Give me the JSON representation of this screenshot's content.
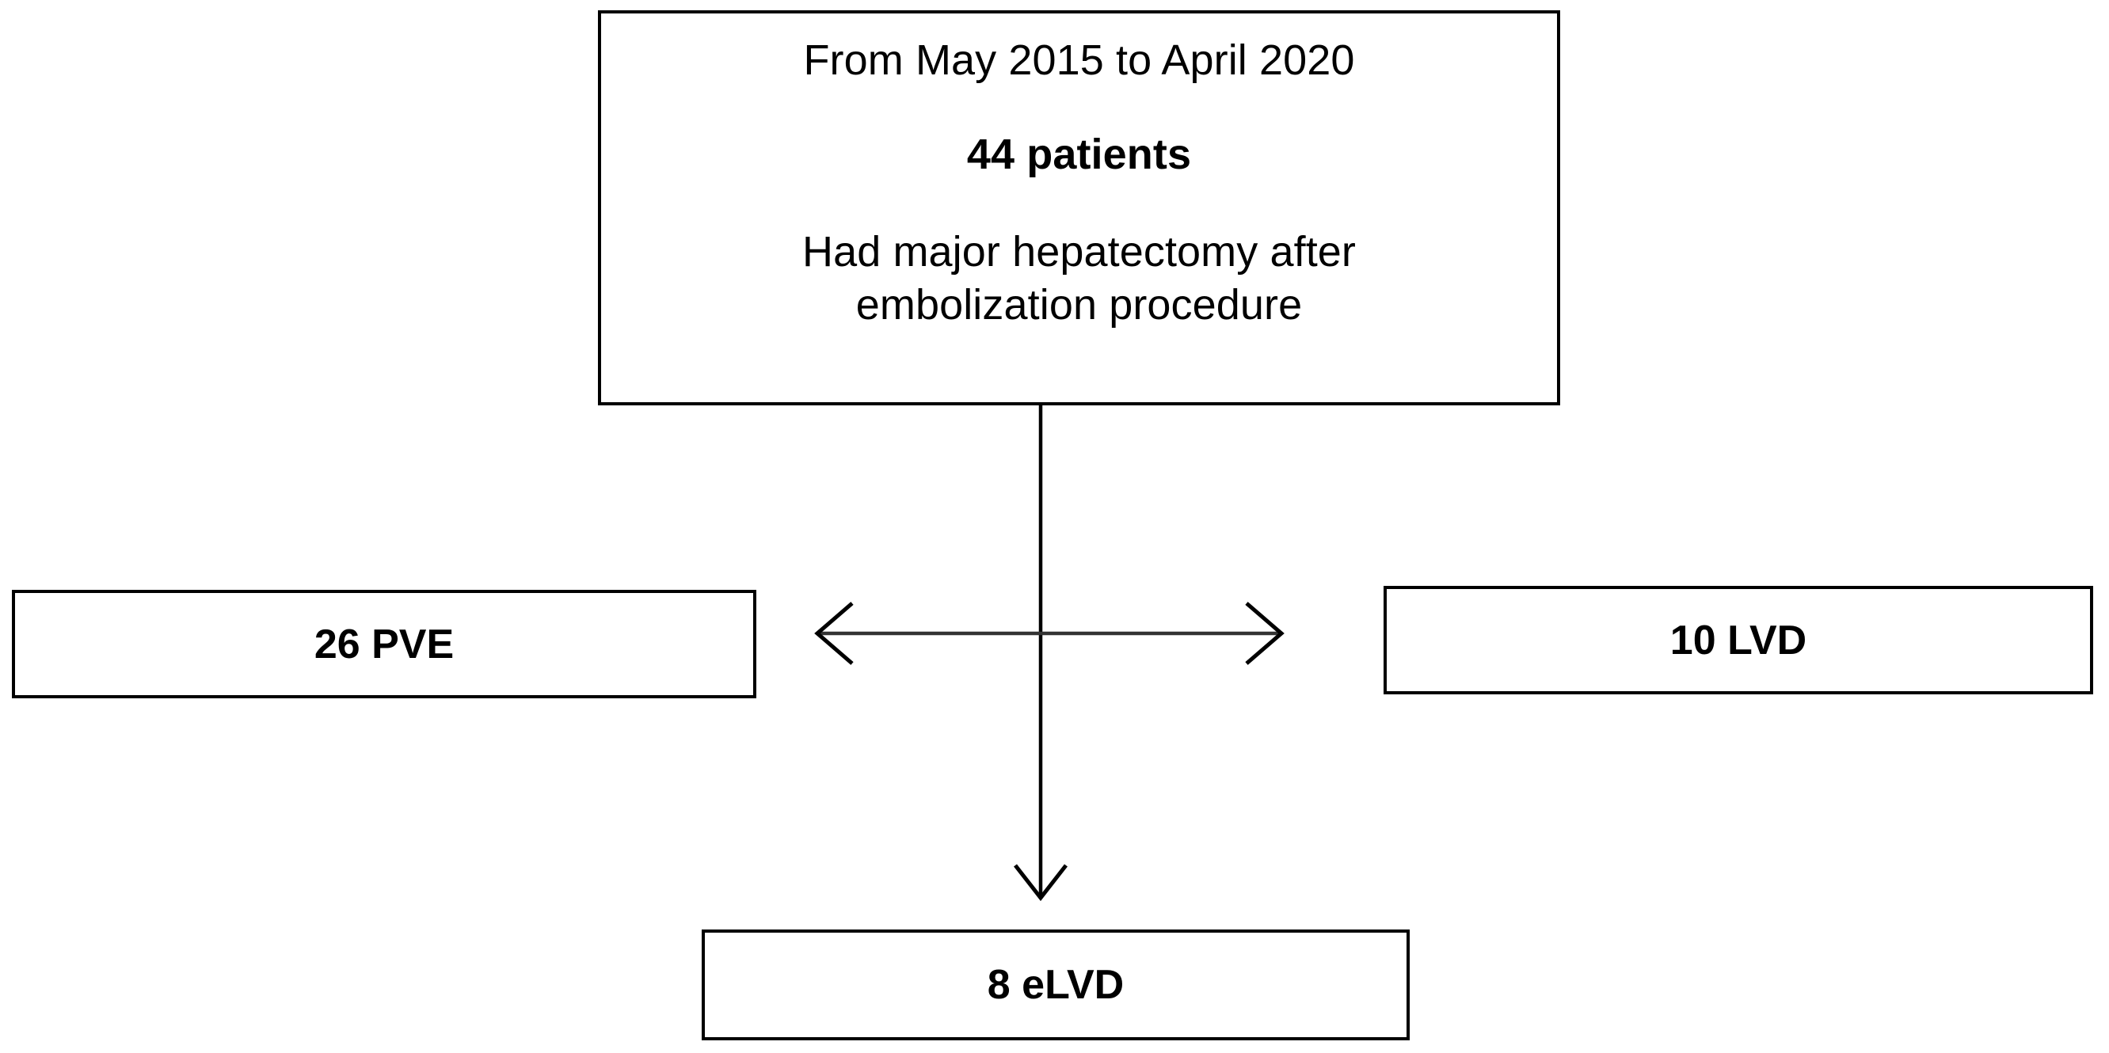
{
  "diagram": {
    "title": "Patient allocation flowchart",
    "background_color": "#ffffff",
    "stroke_color": "#000000",
    "nodes": {
      "cohort": {
        "period": "From May 2015 to April 2020",
        "count": "44 patients",
        "description_line1": "Had major hepatectomy after",
        "description_line2": "embolization procedure"
      },
      "pve": {
        "label": "26 PVE"
      },
      "lvd": {
        "label": "10 LVD"
      },
      "elvd": {
        "label": "8 eLVD"
      }
    },
    "connectors": {
      "vertical_label": "cohort-to-elvd-arrow",
      "horizontal_label": "pve-lvd-double-arrow"
    }
  }
}
